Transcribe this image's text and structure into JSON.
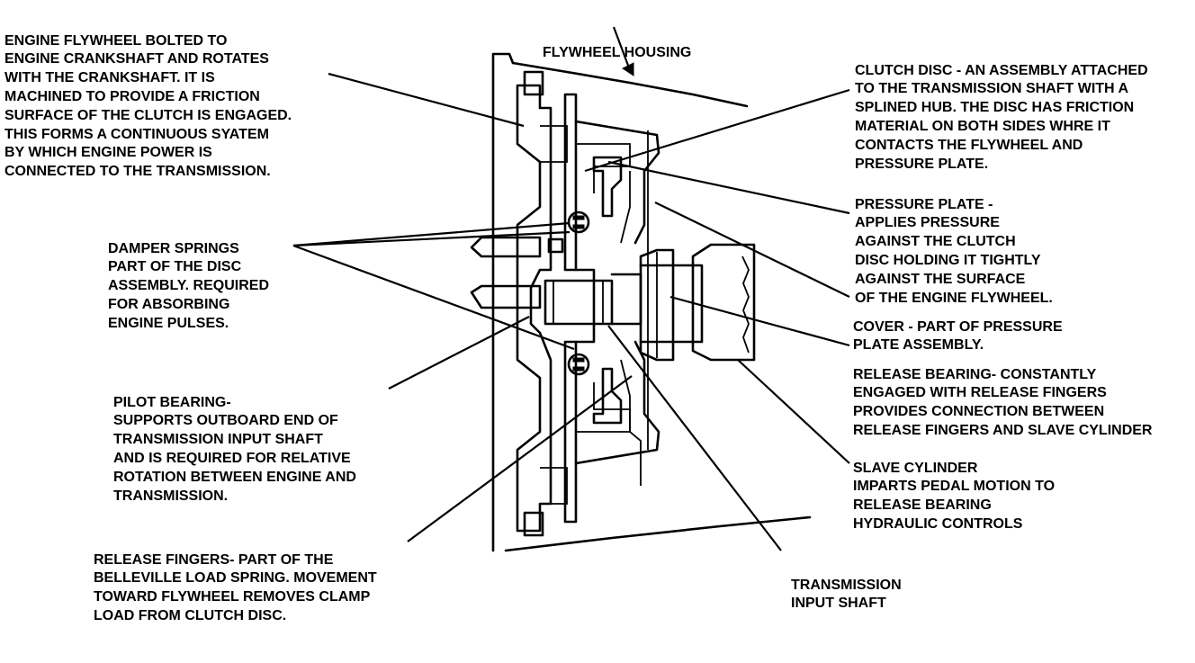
{
  "labels": {
    "flywheel": [
      "ENGINE FLYWHEEL BOLTED TO",
      "ENGINE CRANKSHAFT AND ROTATES",
      "WITH THE CRANKSHAFT. IT IS",
      "MACHINED TO PROVIDE A FRICTION",
      "SURFACE OF THE CLUTCH IS ENGAGED.",
      "THIS FORMS A CONTINUOUS SYATEM",
      "BY WHICH ENGINE POWER IS",
      "CONNECTED TO THE TRANSMISSION."
    ],
    "flywheel_housing": [
      "FLYWHEEL HOUSING"
    ],
    "clutch_disc": [
      "CLUTCH DISC - AN ASSEMBLY ATTACHED",
      "TO THE TRANSMISSION SHAFT WITH A",
      "SPLINED HUB. THE DISC HAS FRICTION",
      "MATERIAL ON BOTH SIDES WHRE IT",
      "CONTACTS THE FLYWHEEL AND",
      "PRESSURE PLATE."
    ],
    "pressure_plate": [
      "PRESSURE PLATE -",
      "APPLIES PRESSURE",
      "AGAINST THE CLUTCH",
      "DISC HOLDING IT TIGHTLY",
      "AGAINST THE SURFACE",
      "OF THE ENGINE FLYWHEEL."
    ],
    "damper_springs": [
      "DAMPER SPRINGS",
      "PART OF THE DISC",
      "ASSEMBLY. REQUIRED",
      "FOR ABSORBING",
      "ENGINE PULSES."
    ],
    "cover": [
      "COVER - PART OF PRESSURE",
      "PLATE ASSEMBLY."
    ],
    "release_bearing": [
      "RELEASE BEARING- CONSTANTLY",
      "ENGAGED WITH RELEASE FINGERS",
      "PROVIDES CONNECTION BETWEEN",
      "RELEASE FINGERS AND SLAVE CYLINDER"
    ],
    "pilot_bearing": [
      "PILOT BEARING-",
      "SUPPORTS OUTBOARD END OF",
      "TRANSMISSION INPUT SHAFT",
      "AND IS REQUIRED FOR RELATIVE",
      "ROTATION BETWEEN ENGINE AND",
      "TRANSMISSION."
    ],
    "slave_cylinder": [
      "SLAVE CYLINDER",
      "IMPARTS PEDAL MOTION TO",
      "RELEASE BEARING",
      "HYDRAULIC CONTROLS"
    ],
    "release_fingers": [
      "RELEASE FINGERS- PART OF THE",
      "BELLEVILLE LOAD SPRING. MOVEMENT",
      "TOWARD FLYWHEEL REMOVES CLAMP",
      "LOAD FROM CLUTCH DISC."
    ],
    "transmission_shaft": [
      "TRANSMISSION",
      "INPUT SHAFT"
    ]
  }
}
